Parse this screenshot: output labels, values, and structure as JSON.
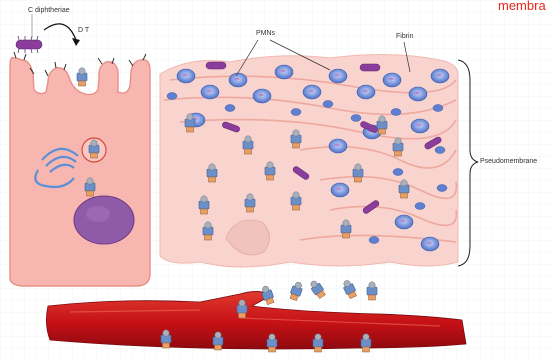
{
  "labels": {
    "organism": "C diphtheriae",
    "toxin": "D T",
    "pmns": "PMNs",
    "fibrin": "Fibrin",
    "pseudomembrane": "Pseudomembrane",
    "corner_text": "membra"
  },
  "colors": {
    "cell_fill": "#f7b7b0",
    "cell_edge": "#e88f88",
    "tissue_fill": "#f9d3cd",
    "vessel": "#c81418",
    "pmn": "#6f8fd8",
    "bacterium": "#8a3d9c",
    "toxin_body": "#6b8fc8",
    "grid": "#dff0ee"
  }
}
